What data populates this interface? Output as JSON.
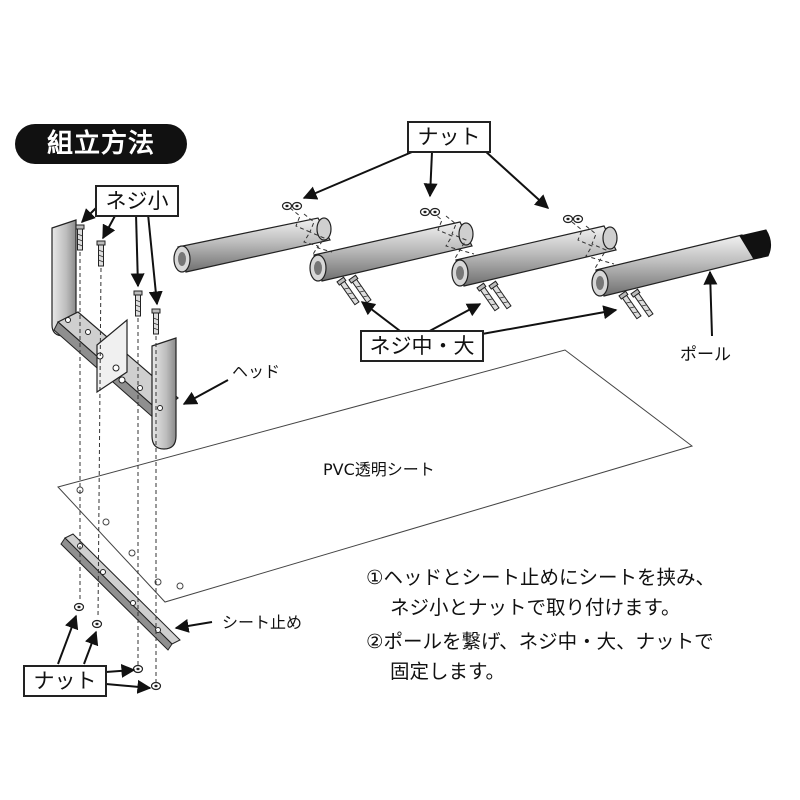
{
  "title": "組立方法",
  "labels": {
    "nut_top": "ナット",
    "screw_small": "ネジ小",
    "head": "ヘッド",
    "screw_mid_large": "ネジ中・大",
    "pole": "ポール",
    "pvc_sheet": "PVC透明シート",
    "sheet_stopper": "シート止め",
    "nut_bottom": "ナット"
  },
  "instructions": {
    "step1_line1": "①ヘッドとシート止めにシートを挟み、",
    "step1_line2": "ネジ小とナットで取り付けます。",
    "step2_line1": "②ポールを繋げ、ネジ中・大、ナットで",
    "step2_line2": "固定します。"
  }
}
